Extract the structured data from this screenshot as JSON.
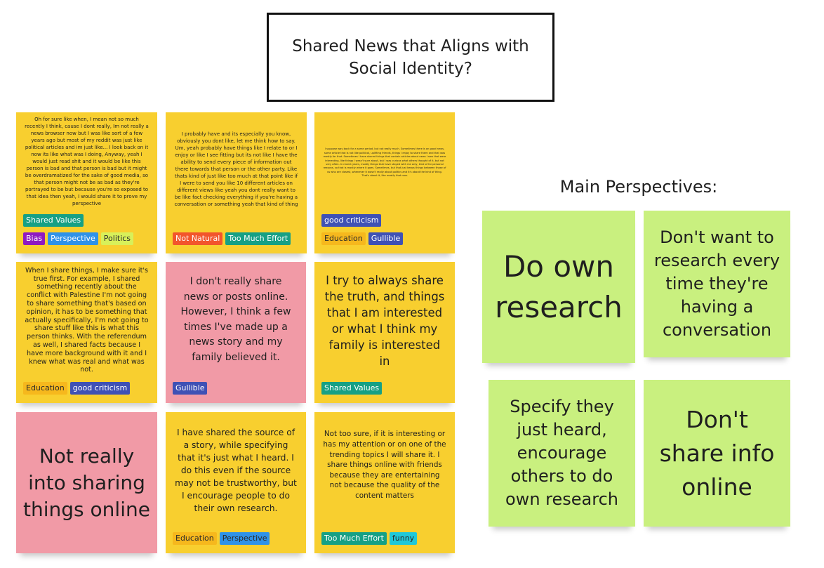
{
  "board": {
    "title": "Shared News that Aligns with Social Identity?",
    "section_label": "Main Perspectives:"
  },
  "notes": [
    {
      "text": "Oh for sure like when, I mean not so much recently I think, cause I dont really, Im not really a news browser now but I was like sort of a few years ago but most of my reddit was just like political articles and im just like... I look back on it now its like what was I doing, Anyway, yeah I would just read shit and it would be like this person is bad and that person is bad but it might be overdramatized for the sake of good media, so that person might not be as bad as they're portrayed to be but because you're so exposed to that idea then yeah, I would share it to prove my perspective",
      "tags": [
        "Shared Values",
        "Bias",
        "Perspective",
        "Politics"
      ]
    },
    {
      "text": "I probably have and its especially you know, obviously you dont like, let me think how to say. Um, yeah probably have things like I relate to or I enjoy or like I see fitting but its not like I have the ability to send every piece of information out there towards that person or the other party. Like thats kind of just like too much at that point like if I were to send you like 10 different articles on different views like yeah you dont really want to be like fact checking everything if you're having a conversation or something yeah that kind of thing",
      "tags": [
        "Not Natural",
        "Too Much Effort"
      ]
    },
    {
      "text": "I suppose way back for a some period, but not really much. Sometimes there is an good news, some article that is not like political, uplifting friends, things I enjoy to share them and that was mostly for that. Sometimes I have shared things that contain articles about news I saw that were interesting, like things I wasn't sure about, but I was curious what others thought of it, but not very often. In recent years, mostly things that have stayed with me only, kind of for personal reasons, so that is mostly where it goes. Sometimes, but that just keeps things between those of us who are closest, whenever it wasn't really about politics and it's about the kind of thing. That's about it, like mostly that now.",
      "tags": [
        "good criticism",
        "Education",
        "Gullible"
      ]
    },
    {
      "text": "When I share things, I make sure it's true first. For example, I shared something recently about the conflict with Palestine I'm not going to share something that's based on opinion, it has to be something that actually specifically, I'm not going to share stuff like this is what this person thinks. With the referendum as well, I shared facts because I have more background with it and I knew what was real and what was not.",
      "tags": [
        "Education",
        "good criticism"
      ]
    },
    {
      "text": "I don't really share news or posts online. However, I think a few times I've made up a news story and my family believed it.",
      "tags": [
        "Gullible"
      ]
    },
    {
      "text": "I try to always share the truth, and things that I am interested or what I think my family is interested in",
      "tags": [
        "Shared Values"
      ]
    },
    {
      "text": "Not really into sharing things online",
      "tags": []
    },
    {
      "text": "I have shared the source of a story, while specifying that it's just what I heard. I do this even if the source may not be trustworthy, but I encourage people to do their own research.",
      "tags": [
        "Education",
        "Perspective"
      ]
    },
    {
      "text": "Not too sure, if it is interesting or has my attention or on one of the trending topics I will share it. I share things online with friends because they are entertaining not because the quality of the content matters",
      "tags": [
        "Too Much Effort",
        "funny"
      ]
    }
  ],
  "perspectives": [
    {
      "text": "Do own research"
    },
    {
      "text": "Don't want to research every time they're having a conversation"
    },
    {
      "text": "Specify they just heard, encourage others to do own research"
    },
    {
      "text": "Don't share info online"
    }
  ],
  "tag_colors": {
    "Shared Values": "#16a085",
    "Bias": "#8e1ac1",
    "Perspective": "#2f92e8",
    "Politics": "#d8f05a",
    "Not Natural": "#f2552c",
    "Too Much Effort": "#16a085",
    "good criticism": "#3f51b5",
    "Education": "#f6b81d",
    "Gullible": "#3f51b5",
    "funny": "#1fc8d9"
  },
  "note_colors": {
    "yellow": "#f8cf2f",
    "pink": "#f19aa6",
    "green": "#c9f07f"
  }
}
